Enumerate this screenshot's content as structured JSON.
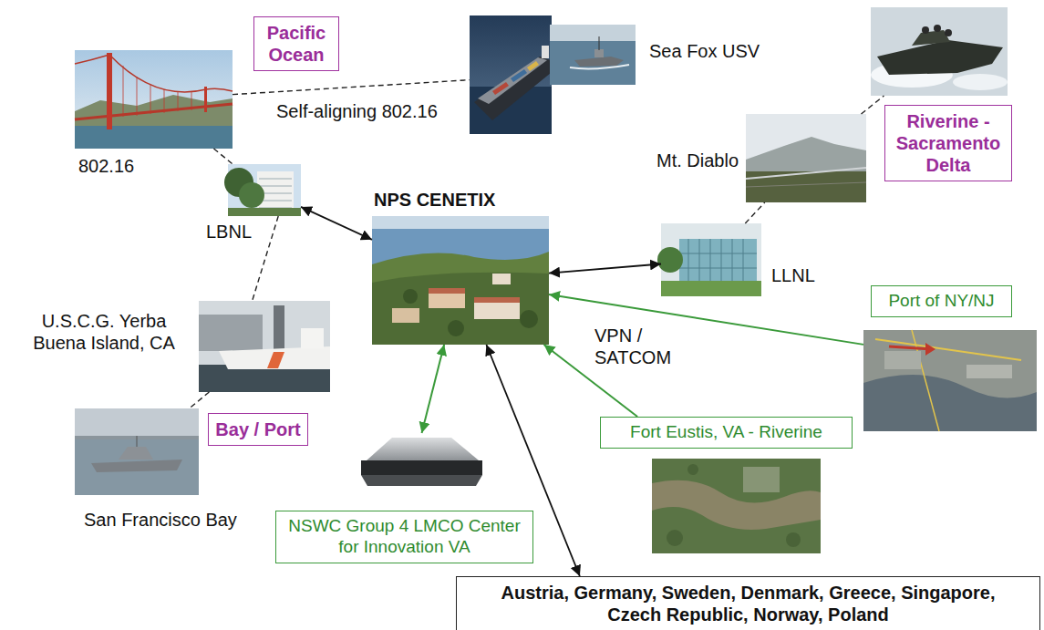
{
  "diagram": {
    "nodes": [
      {
        "text": [
          "Pacific Ocean"
        ]
      },
      {
        "text": [
          "802.16"
        ]
      },
      {
        "text": [
          "Sea Fox USV"
        ]
      },
      {
        "text": [
          "Mt. Diablo"
        ]
      },
      {
        "text": [
          "Riverine - Sacramento Delta"
        ]
      },
      {
        "text": [
          "LBNL"
        ]
      },
      {
        "text": [
          "NPS CENETIX"
        ]
      },
      {
        "text": [
          "LLNL"
        ]
      },
      {
        "text": [
          "U.S.C.G. Yerba Buena Island, CA"
        ]
      },
      {
        "text": [
          "Bay / Port"
        ]
      },
      {
        "text": [
          "Port of NY/NJ"
        ]
      },
      {
        "text": [
          "San Francisco Bay"
        ]
      },
      {
        "text": [
          "NSWC Group 4 LMCO Center for Innovation VA"
        ]
      },
      {
        "text": [
          "Fort Eustis, VA - Riverine"
        ]
      },
      {
        "text": [
          "Austria, Germany, Sweden, Denmark, Greece, Singapore, Czech Republic, Norway, Poland"
        ]
      }
    ],
    "edges": [
      {
        "from": 1,
        "to": 2,
        "arrow": "none",
        "label": "Self-aligning 802.16"
      },
      {
        "from": 1,
        "to": 5,
        "arrow": "none"
      },
      {
        "from": 6,
        "to": 5,
        "arrow": "both"
      },
      {
        "from": 5,
        "to": 8,
        "arrow": "none"
      },
      {
        "from": 8,
        "to": 11,
        "arrow": "none"
      },
      {
        "from": 6,
        "to": 7,
        "arrow": "both"
      },
      {
        "from": 7,
        "to": 3,
        "arrow": "none"
      },
      {
        "from": 3,
        "to": 4,
        "arrow": "none"
      },
      {
        "from": 10,
        "to": 6,
        "arrow": "to"
      },
      {
        "from": 13,
        "to": 6,
        "arrow": "to"
      },
      {
        "from": 6,
        "to": 12,
        "arrow": "both"
      },
      {
        "from": 6,
        "to": 14,
        "arrow": "both"
      }
    ],
    "labels": [
      "VPN / SATCOM"
    ]
  }
}
